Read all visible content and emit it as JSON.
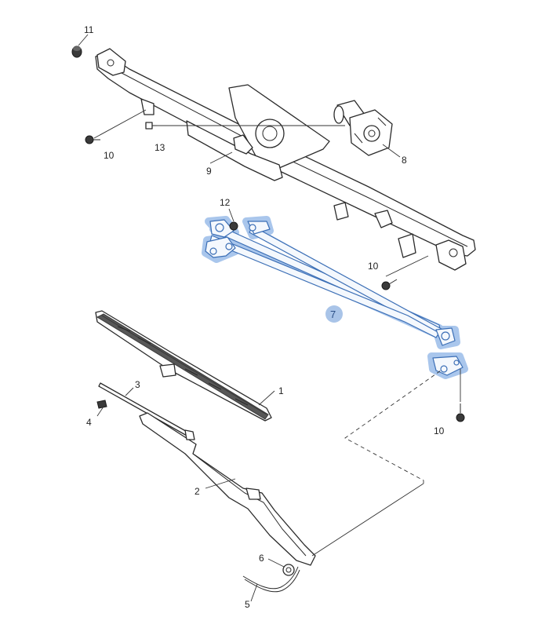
{
  "callouts": {
    "c1": "1",
    "c2": "2",
    "c3": "3",
    "c4": "4",
    "c5": "5",
    "c6": "6",
    "c7": "7",
    "c8": "8",
    "c9": "9",
    "c10a": "10",
    "c10b": "10",
    "c10c": "10",
    "c11": "11",
    "c12": "12",
    "c13": "13"
  },
  "highlight_color": "#3c6fb6",
  "selected_part": "7"
}
